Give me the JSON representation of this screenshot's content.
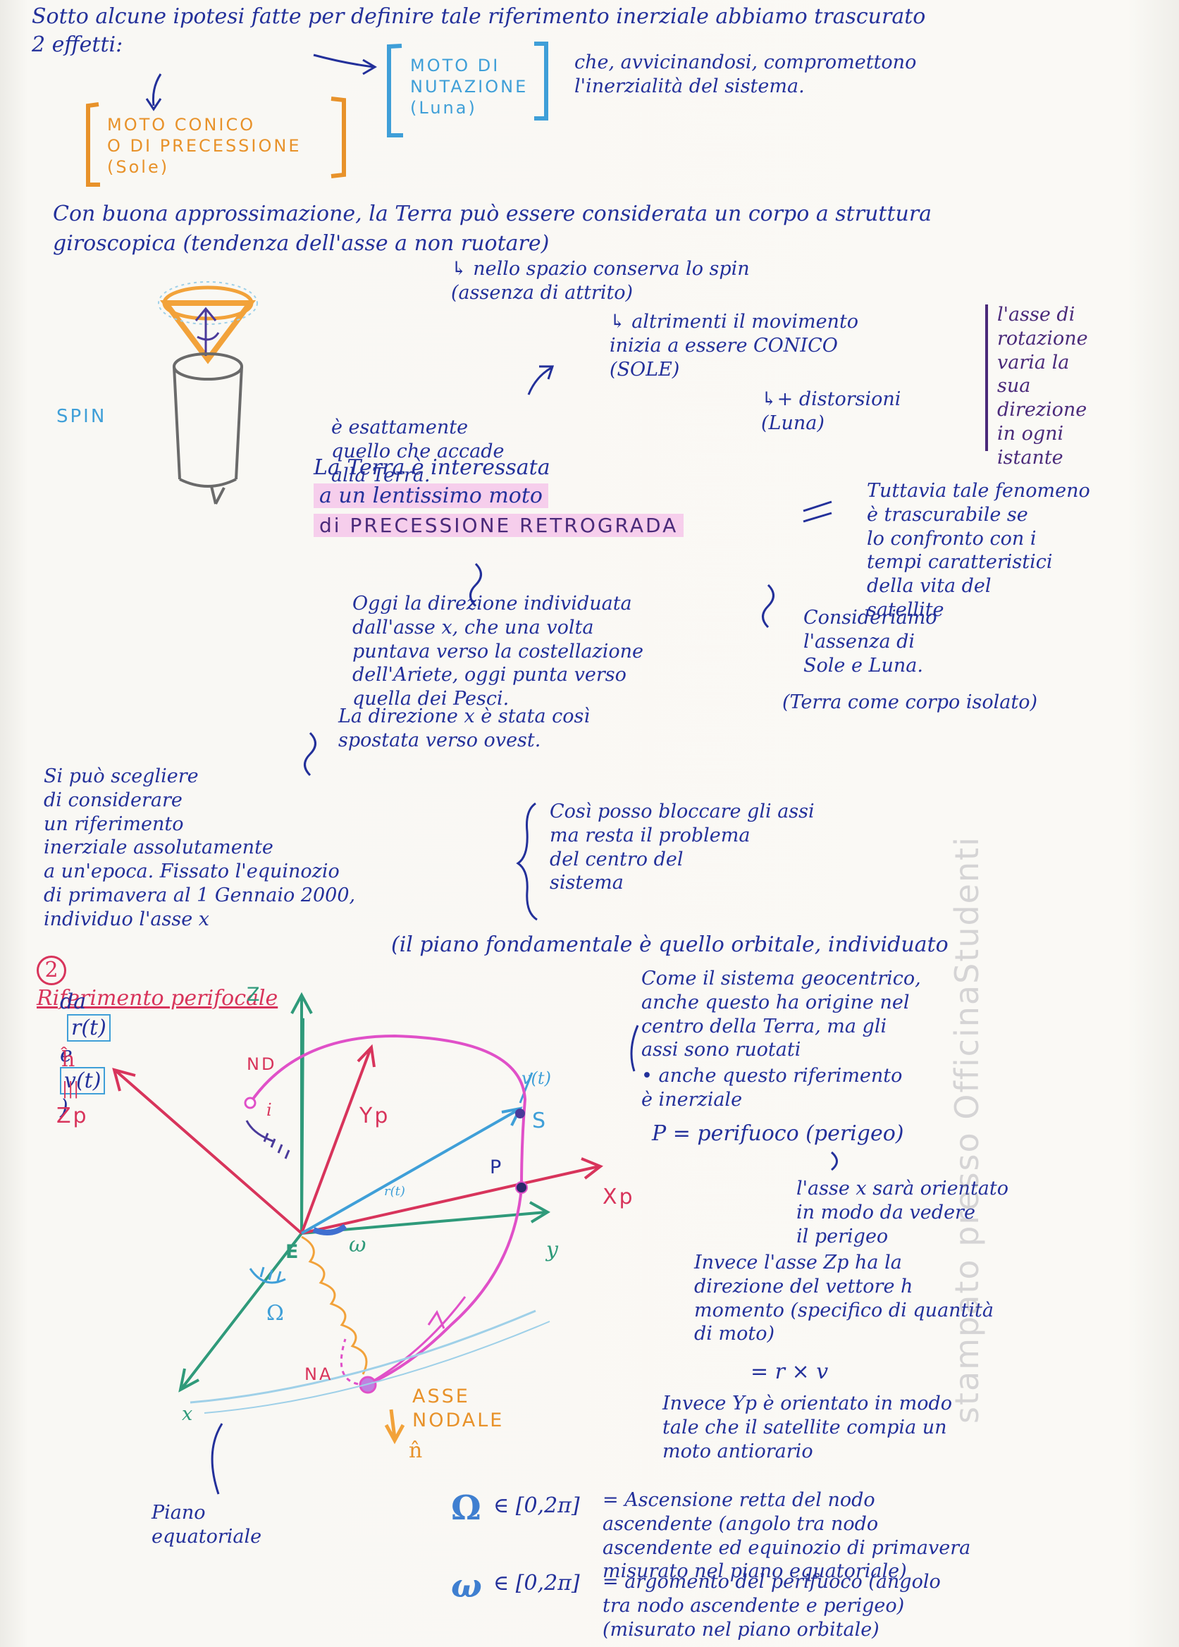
{
  "top": {
    "line1": "Sotto alcune ipotesi fatte per definire tale riferimento inerziale abbiamo trascurato",
    "line2": "2 effetti:",
    "conico": "MOTO CONICO\nO DI PRECESSIONE\n(Sole)",
    "nutazione": "MOTO DI\nNUTAZIONE\n(Luna)",
    "nutazione_note": "che, avvicinandosi, compromettono\nl'inerzialità del sistema."
  },
  "giro": {
    "line1": "Con buona approssimazione, la Terra può essere considerata un corpo a struttura",
    "line2": "giroscopica (tendenza dell'asse a non ruotare)",
    "spazio": "↳ nello spazio conserva lo spin\n(assenza di attrito)",
    "altrimenti": "↳ altrimenti il movimento\ninizia a essere CONICO\n(SOLE)",
    "distorsioni": "↳+ distorsioni\n(Luna)",
    "asse_box": "l'asse di\nrotazione\nvaria la\nsua\ndirezione\nin ogni\nistante",
    "spin_label": "SPIN",
    "esattamente": "è esattamente\nquello che accade\nalla Terra.",
    "terra_line": "La Terra è interessata",
    "lentissimo": "a un lentissimo moto",
    "precessione": "di PRECESSIONE RETROGRADA",
    "tuttavia": "Tuttavia tale fenomeno\nè trascurabile se\nlo confronto con i\ntempi caratteristici\ndella vita del\nsatellite",
    "oggi": "Oggi la direzione individuata\ndall'asse x, che una volta\npuntava verso la costellazione\ndell'Ariete, oggi punta verso\nquella dei Pesci.",
    "direzione_x": "La direzione x è stata così\nspostata verso ovest.",
    "consideriamo": "Consideriamo\nl'assenza di\nSole e Luna.",
    "terra_isolata": "(Terra come corpo isolato)",
    "si_puo": "Si può scegliere\ndi considerare\nun riferimento\ninerziale assolutamente\na un'epoca. Fissato l'equinozio\ndi primavera al 1 Gennaio 2000,\nindividuo l'asse x",
    "cosi": "Così posso bloccare gli assi\nma resta il problema\ndel centro del\nsistema"
  },
  "perifocal": {
    "heading_num": "2",
    "heading": "Riferimento perifocale",
    "heading_note": "(il piano fondamentale è quello orbitale, individuato",
    "da": "da",
    "r_vec": "r(t)",
    "e": "e",
    "v_vec": "v(t)",
    "come": "Come il sistema geocentrico,\nanche questo ha origine nel\ncentro della Terra, ma gli\nassi sono ruotati",
    "inerziale": "• anche questo riferimento\nè inerziale",
    "p_def": "P = perifuoco (perigeo)",
    "asse_x": "l'asse x sarà orientato\nin modo da vedere\nil perigeo",
    "invece_zp": "Invece l'asse Zp ha la\ndirezione del vettore h\nmomento (specifico di quantità\ndi moto)",
    "eq": "= r × v",
    "invece_yp": "Invece Yp è orientato in modo\ntale che il satellite compia un\nmoto antiorario",
    "omega_big_sym": "Ω",
    "omega_big_range": "∈ [0,2π]",
    "omega_big_def": "= Ascensione retta del nodo\nascendente (angolo tra nodo\nascendente ed equinozio di primavera\nmisurato nel piano equatoriale)",
    "omega_small_sym": "ω",
    "omega_small_range": "∈ [0,2π]",
    "omega_small_def": "= argomento del perifuoco (angolo\ntra nodo ascendente e perigeo)\n(misurato nel piano orbitale)"
  },
  "diagram": {
    "Z": "Z",
    "h_hat": "ĥ",
    "equiv": "|||",
    "Zp": "Zp",
    "ND": "ND",
    "i": "i",
    "Yp": "Yp",
    "v_t": "v(t)",
    "S": "S",
    "P": "P",
    "r_t": "r(t)",
    "Xp": "Xp",
    "E": "E",
    "omega": "ω",
    "Omega": "Ω",
    "y": "y",
    "x": "x",
    "NA": "NA",
    "asse_nodale": "ASSE\nNODALE",
    "n_hat": "n̂",
    "piano": "Piano\nequatoriale"
  },
  "watermark": "stampato presso OfficinaStudenti",
  "colors": {
    "ink_blue": "#23309a",
    "ink_purple": "#4a2a7a",
    "light_blue": "#3f9fd8",
    "orange": "#e8922a",
    "red": "#d8345b",
    "green": "#2f9a7a",
    "pink": "#e050c8",
    "highlight": "#f082dc"
  }
}
